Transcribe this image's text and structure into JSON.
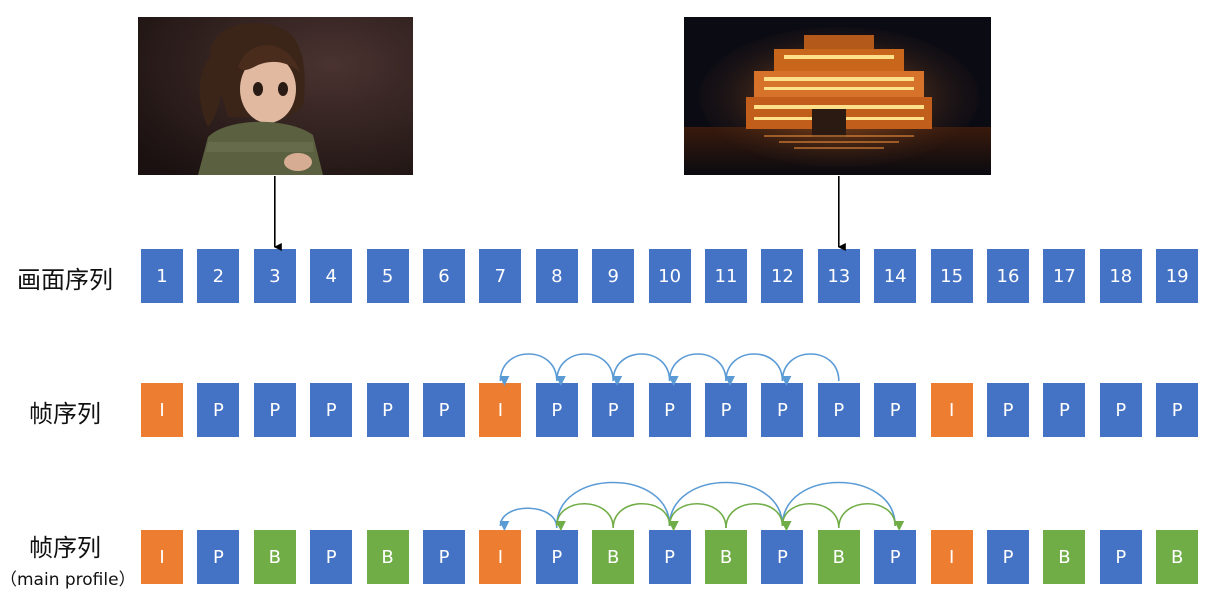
{
  "colors": {
    "I": "#ed7d31",
    "P": "#4472c4",
    "B": "#70ad47",
    "arrow_blue": "#5b9bd5",
    "arrow_green": "#70ad47"
  },
  "images": [
    {
      "name": "girl-frame-image",
      "depicts": "frame 3"
    },
    {
      "name": "lit-boat-frame-image",
      "depicts": "frame 13"
    }
  ],
  "rows": [
    {
      "label": "画面序列",
      "sublabel": "",
      "cells": [
        "1",
        "2",
        "3",
        "4",
        "5",
        "6",
        "7",
        "8",
        "9",
        "10",
        "11",
        "12",
        "13",
        "14",
        "15",
        "16",
        "17",
        "18",
        "19"
      ]
    },
    {
      "label": "帧序列",
      "sublabel": "",
      "cells": [
        "I",
        "P",
        "P",
        "P",
        "P",
        "P",
        "I",
        "P",
        "P",
        "P",
        "P",
        "P",
        "P",
        "P",
        "I",
        "P",
        "P",
        "P",
        "P"
      ]
    },
    {
      "label": "帧序列",
      "sublabel": "（main profile）",
      "cells": [
        "I",
        "P",
        "B",
        "P",
        "B",
        "P",
        "I",
        "P",
        "B",
        "P",
        "B",
        "P",
        "B",
        "P",
        "I",
        "P",
        "B",
        "P",
        "B"
      ]
    }
  ]
}
